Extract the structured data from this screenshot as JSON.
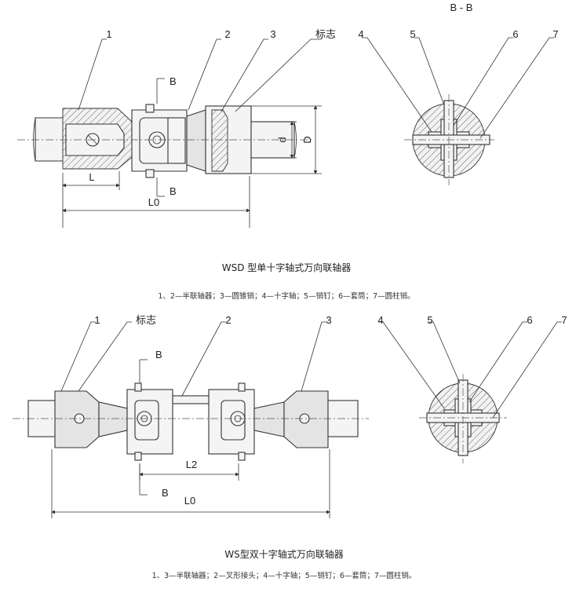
{
  "section_title": "B - B",
  "top": {
    "callouts": [
      "1",
      "2",
      "3",
      "标志"
    ],
    "section_marks": [
      "B",
      "B"
    ],
    "dims": {
      "L": "L",
      "L0": "L0",
      "d": "d",
      "D": "D"
    },
    "section_callouts": [
      "4",
      "5",
      "6",
      "7"
    ],
    "title": "WSD 型单十字轴式万向联轴器",
    "parts": "1、2—半联轴器；3—圆锥销；4—十字轴；5—销钉；6—套筒；7—圆柱销。"
  },
  "bottom": {
    "callouts": [
      "1",
      "标志",
      "2",
      "3"
    ],
    "section_marks": [
      "B",
      "B"
    ],
    "dims": {
      "L2": "L2",
      "L0": "L0"
    },
    "section_callouts": [
      "4",
      "5",
      "6",
      "7"
    ],
    "title": "WS型双十字轴式万向联轴器",
    "parts": "1、3—半联轴器；2—叉形接头；4—十字轴；5—销钉；6—套筒；7—圆柱销。"
  }
}
